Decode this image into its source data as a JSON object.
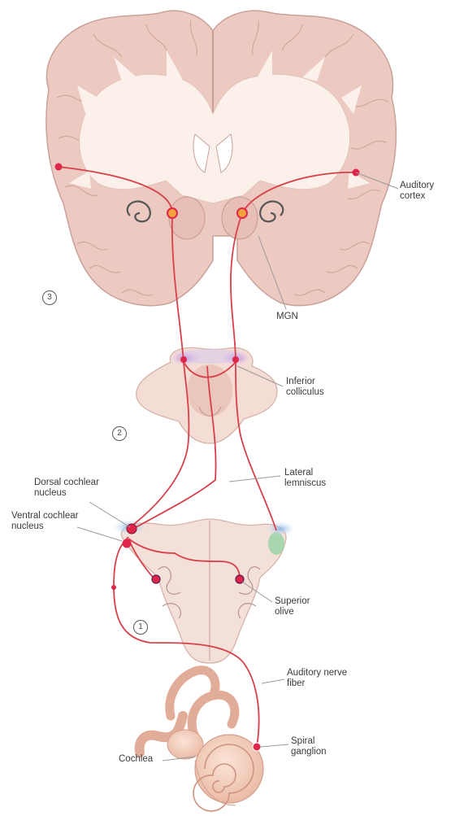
{
  "labels": {
    "auditory_cortex": "Auditory\ncortex",
    "mgn": "MGN",
    "inferior_colliculus": "Inferior\ncolliculus",
    "lateral_lemniscus": "Lateral\nlemniscus",
    "dorsal_cochlear_nucleus": "Dorsal cochlear\nnucleus",
    "ventral_cochlear_nucleus": "Ventral cochlear\nnucleus",
    "superior_olive": "Superior\nolive",
    "auditory_nerve_fiber": "Auditory nerve\nfiber",
    "spiral_ganglion": "Spiral\nganglion",
    "cochlea": "Cochlea"
  },
  "level_markers": [
    "1",
    "2",
    "3"
  ],
  "colors": {
    "tissue": "#ecc9c1",
    "white_matter": "#fbf1ea",
    "outline": "#c9a29a",
    "pathway": "#d8404a",
    "node": "#e0254a",
    "leader": "#9a9a9a",
    "text": "#3a3a3a"
  }
}
